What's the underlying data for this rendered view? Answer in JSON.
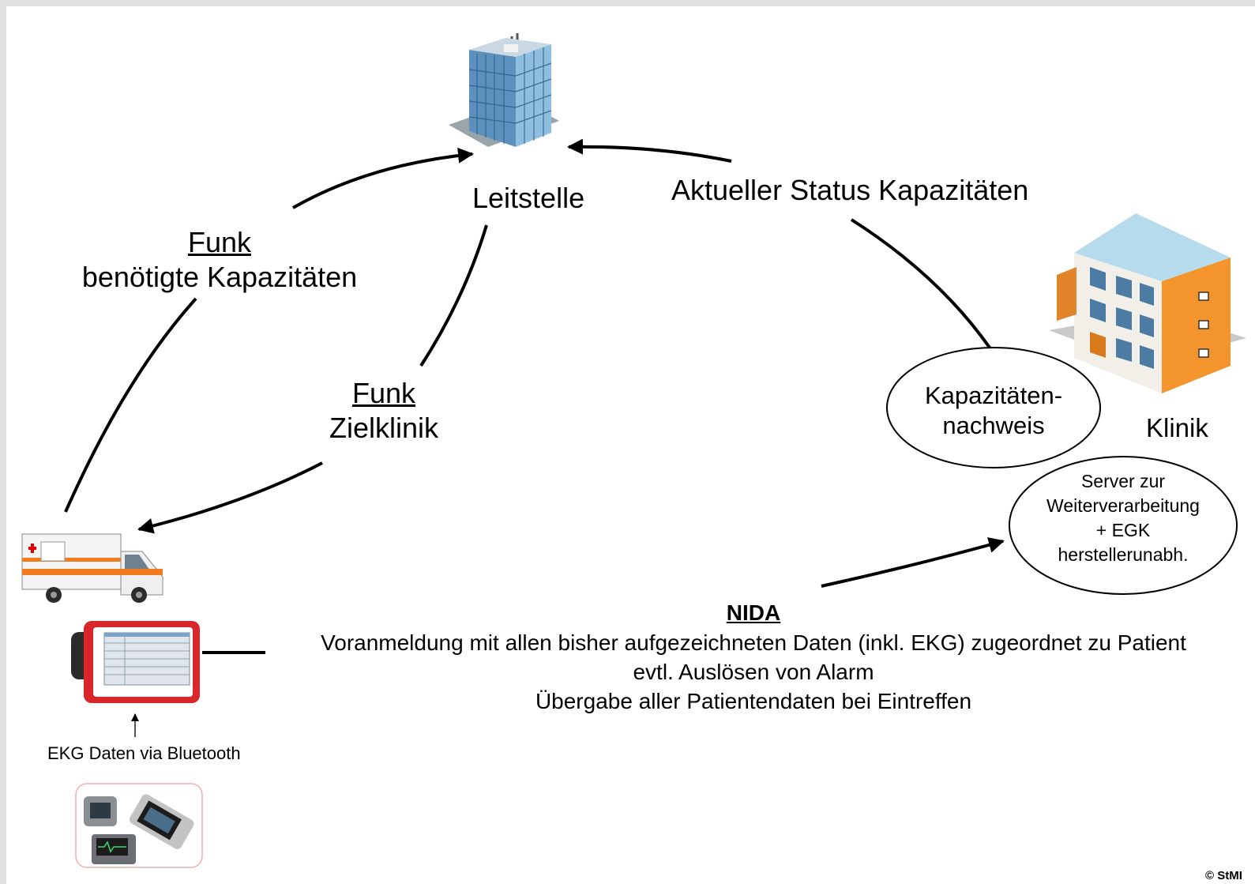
{
  "labels": {
    "leitstelle": "Leitstelle",
    "aktueller_status": "Aktueller Status Kapazitäten",
    "funk1_title": "Funk",
    "funk1_sub": "benötigte Kapazitäten",
    "funk2_title": "Funk",
    "funk2_sub": "Zielklinik",
    "kapazitaeten_line1": "Kapazitäten-",
    "kapazitaeten_line2": "nachweis",
    "klinik": "Klinik",
    "server_lines": [
      "Server zur",
      "Weiterverarbeitung",
      "+ EGK",
      "herstellerunabh."
    ],
    "nida_title": "NIDA",
    "nida_lines": [
      "Voranmeldung mit allen bisher aufgezeichneten Daten (inkl. EKG) zugeordnet zu Patient",
      "evtl. Auslösen von Alarm",
      "Übergabe aller Patientendaten bei Eintreffen"
    ],
    "ekg_caption": "EKG Daten via Bluetooth",
    "copyright": "© StMI"
  },
  "icons": {
    "control_center": "office-building-icon",
    "hospital": "hospital-building-icon",
    "ambulance": "ambulance-icon",
    "tablet": "tablet-device-icon",
    "ecg_devices": "ecg-devices-icon"
  },
  "colors": {
    "background": "#ffffff",
    "frame": "#e2e2e2",
    "building_blue": "#6a9cc3",
    "hospital_orange": "#f0952a",
    "ambulance_orange": "#f07c1e",
    "tablet_red": "#d8262a"
  }
}
